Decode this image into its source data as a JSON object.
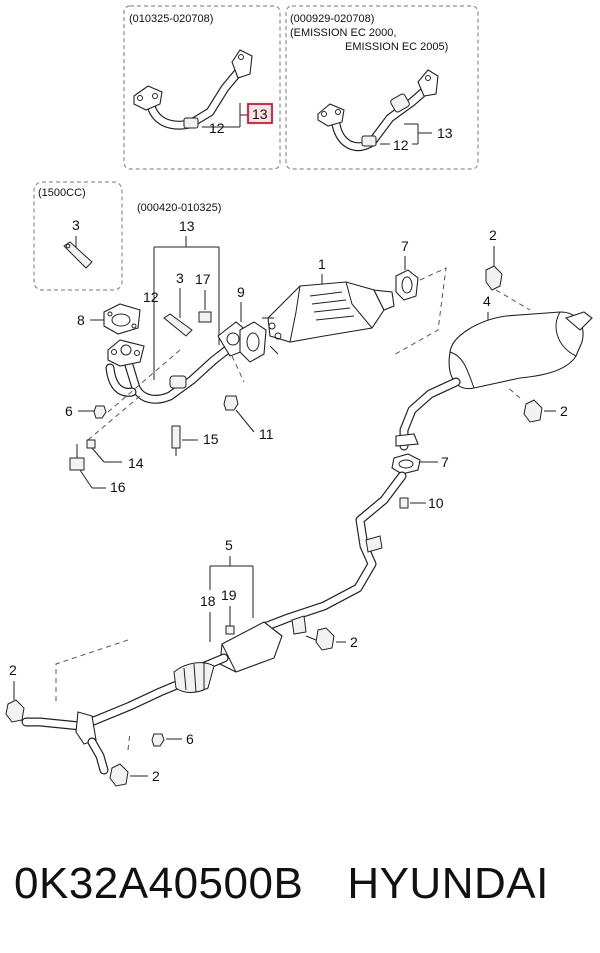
{
  "callouts": {
    "c1": "(010325-020708)",
    "c2": "(000929-020708)",
    "c3": "(EMISSION EC 2000,",
    "c4": "EMISSION EC 2005)",
    "c5": "(1500CC)",
    "c6": "(000420-010325)"
  },
  "labels": {
    "l12a": "12",
    "l13a": "13",
    "l13b": "13",
    "l12b": "12",
    "l3a": "3",
    "l13c": "13",
    "l12c": "12",
    "l3b": "3",
    "l17": "17",
    "l8": "8",
    "l6a": "6",
    "l15": "15",
    "l14": "14",
    "l16": "16",
    "l9": "9",
    "l11": "11",
    "l1": "1",
    "l7a": "7",
    "l2a": "2",
    "l4": "4",
    "l2b": "2",
    "l7b": "7",
    "l10": "10",
    "l5": "5",
    "l18": "18",
    "l19": "19",
    "l2c": "2",
    "l2d": "2",
    "l6b": "6",
    "l2e": "2"
  },
  "highlight": {
    "color": "#e0102a",
    "fill": "#fde3e6"
  },
  "footer": {
    "part_number": "0K32A40500B",
    "brand": "HYUNDAI"
  }
}
